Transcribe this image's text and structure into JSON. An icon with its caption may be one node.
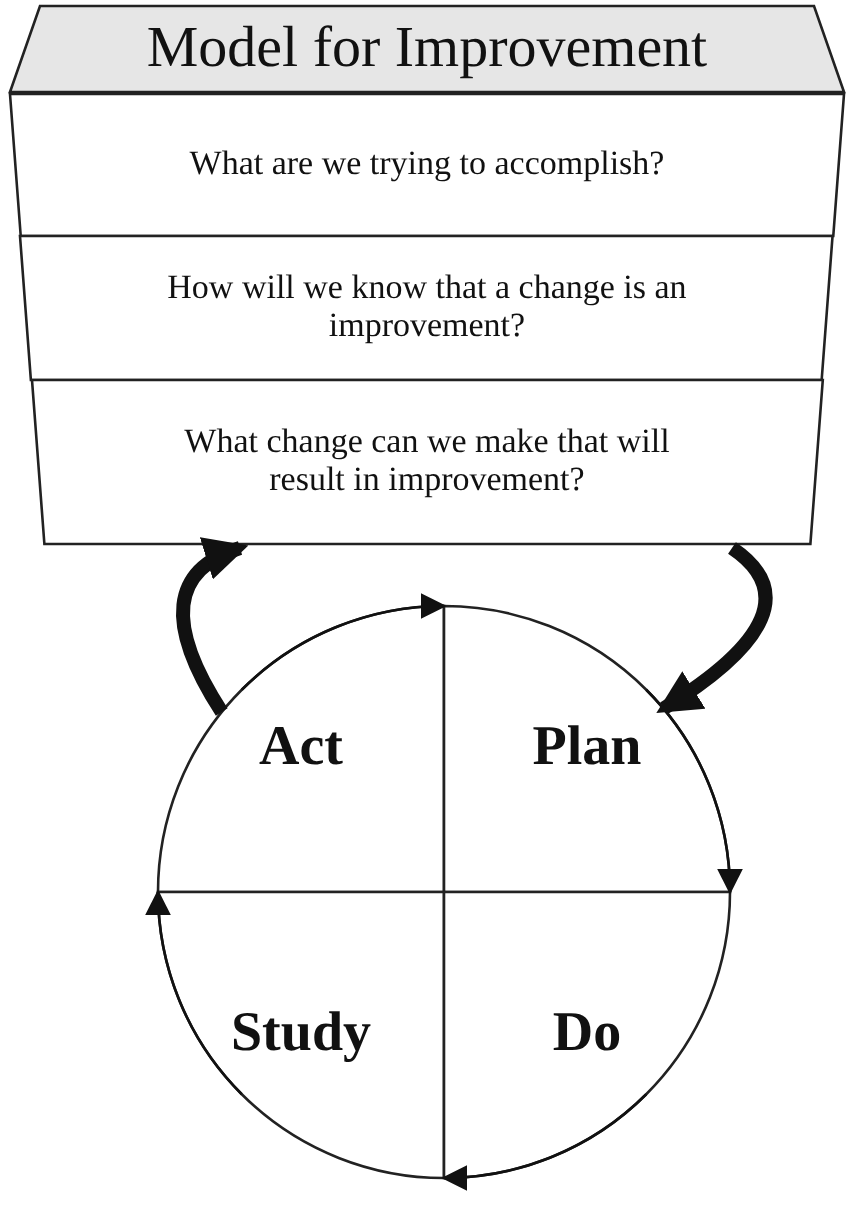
{
  "diagram": {
    "nodes": [
      {
        "text": [
          "Model for Improvement"
        ]
      },
      {
        "text": [
          "What are we trying to accomplish?"
        ]
      },
      {
        "text": [
          "How will we know that a change is an improvement?"
        ]
      },
      {
        "text": [
          "What change can we make that will result in improvement?"
        ]
      },
      {
        "text": [
          "Act"
        ]
      },
      {
        "text": [
          "Plan"
        ]
      },
      {
        "text": [
          "Study"
        ]
      },
      {
        "text": [
          "Do"
        ]
      }
    ],
    "edges": [
      {
        "from": 4,
        "to": 3,
        "arrow": "to",
        "style": "thick"
      },
      {
        "from": 3,
        "to": 5,
        "arrow": "to",
        "style": "thick"
      },
      {
        "from": 4,
        "to": 5,
        "arrow": "to"
      },
      {
        "from": 5,
        "to": 7,
        "arrow": "to"
      },
      {
        "from": 7,
        "to": 6,
        "arrow": "to"
      },
      {
        "from": 6,
        "to": 4,
        "arrow": "to"
      }
    ]
  }
}
